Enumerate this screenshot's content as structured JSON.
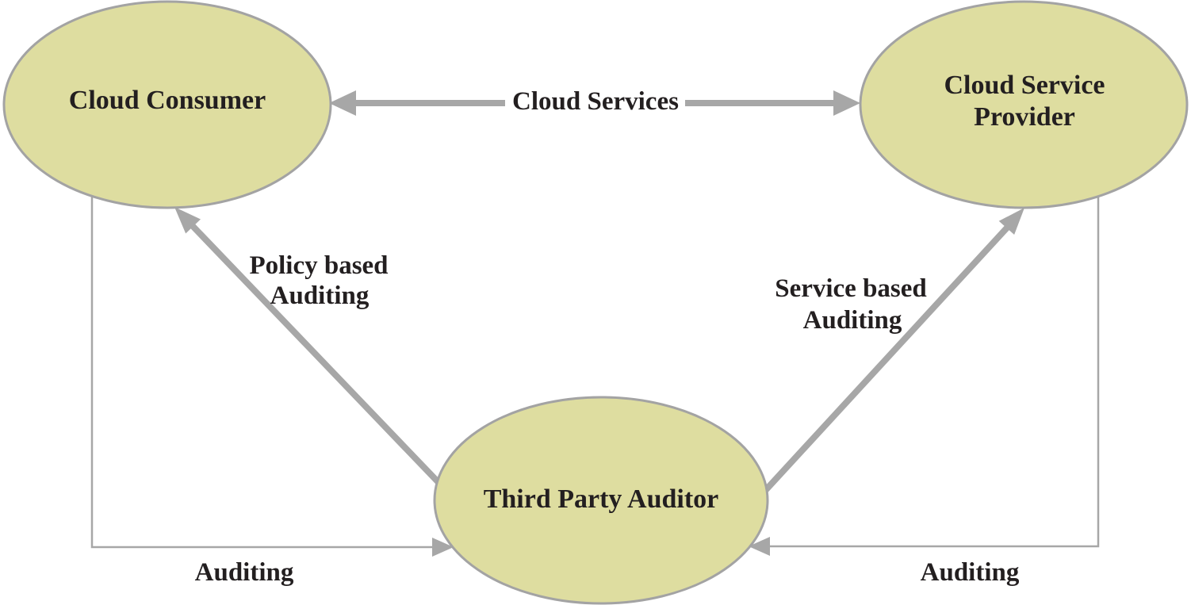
{
  "colors": {
    "background": "#ffffff",
    "node_fill": "#dedda0",
    "node_border": "#a3a3a3",
    "arrow": "#a7a7a7",
    "text": "#231f20"
  },
  "nodes": {
    "cloud_consumer": {
      "label": "Cloud Consumer"
    },
    "cloud_service_provider": {
      "lines": [
        "Cloud Service",
        "Provider"
      ]
    },
    "third_party_auditor": {
      "label": "Third Party Auditor"
    }
  },
  "edges": {
    "cloud_services": {
      "label": "Cloud Services",
      "direction": "bidirectional",
      "between": [
        "cloud_consumer",
        "cloud_service_provider"
      ]
    },
    "policy_based_auditing": {
      "lines": [
        "Policy based",
        "Auditing"
      ],
      "from": "third_party_auditor",
      "to": "cloud_consumer"
    },
    "service_based_auditing": {
      "lines": [
        "Service based",
        "Auditing"
      ],
      "from": "third_party_auditor",
      "to": "cloud_service_provider"
    },
    "auditing_left": {
      "label": "Auditing",
      "from": "cloud_consumer",
      "to": "third_party_auditor"
    },
    "auditing_right": {
      "label": "Auditing",
      "from": "cloud_service_provider",
      "to": "third_party_auditor"
    }
  }
}
